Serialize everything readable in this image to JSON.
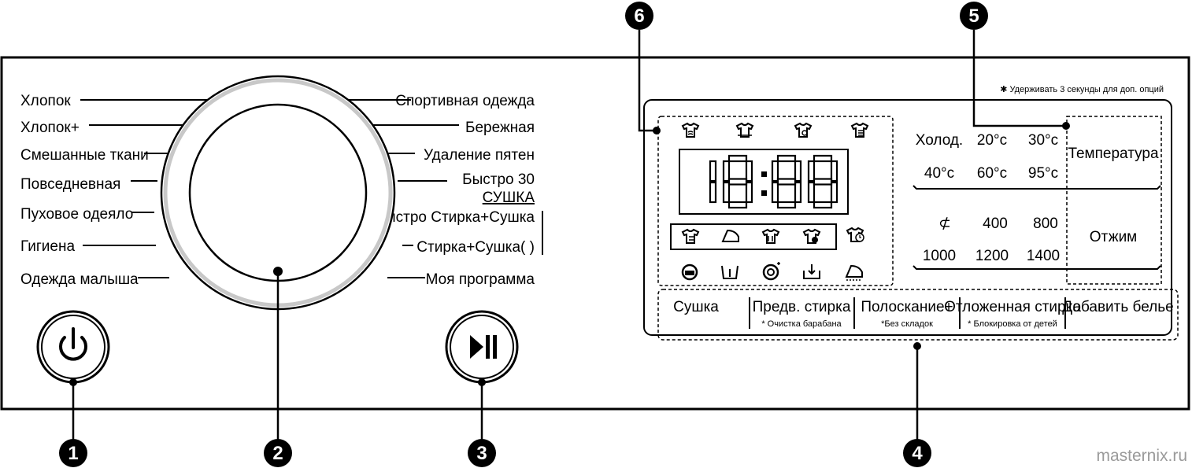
{
  "programs_left": [
    "Хлопок",
    "Хлопок+",
    "Смешанные ткани",
    "Повседневная",
    "Пуховое одеяло",
    "Гигиена",
    "Одежда малыша"
  ],
  "programs_right": [
    "Спортивная одежда",
    "Бережная",
    "Удаление пятен",
    "Быстро 30",
    "СУШКА",
    "Быстро Стирка+Сушка",
    "Стирка+Сушка(      )",
    "Моя программа"
  ],
  "display": {
    "digits": "18:88"
  },
  "hold_note": "✱ Удерживать 3 секунды для доп. опций",
  "temperature": {
    "options": [
      "Холод.",
      "20°c",
      "30°c",
      "40°c",
      "60°c",
      "95°c"
    ],
    "label": "Температура"
  },
  "spin": {
    "options": [
      "⊄",
      "400",
      "800",
      "1000",
      "1200",
      "1400"
    ],
    "label": "Отжим"
  },
  "buttons": [
    {
      "label": "Сушка",
      "sub": ""
    },
    {
      "label": "Предв. стирка",
      "sub": "* Очистка барабана"
    },
    {
      "label": "Полоскание+",
      "sub": "*Без складок"
    },
    {
      "label": "Отложенная стирка",
      "sub": "* Блокировка от детей"
    },
    {
      "label": "Добавить белье",
      "sub": ""
    }
  ],
  "callouts": [
    "1",
    "2",
    "3",
    "4",
    "5",
    "6"
  ],
  "icons": {
    "power": "power-icon",
    "start_pause": "play-pause-icon",
    "status_top": [
      "wash-icon",
      "rinse-icon",
      "spin-icon",
      "steam-shirt-icon"
    ],
    "dry_levels": [
      "shirt-dry-icon",
      "iron-dry-icon",
      "cupboard-dry-icon",
      "delay-dry-icon"
    ],
    "status_bottom": [
      "drum-icon",
      "tub-icon",
      "eco-icon",
      "add-item-icon",
      "wrinkle-care-icon"
    ]
  },
  "watermark": "masternix.ru"
}
